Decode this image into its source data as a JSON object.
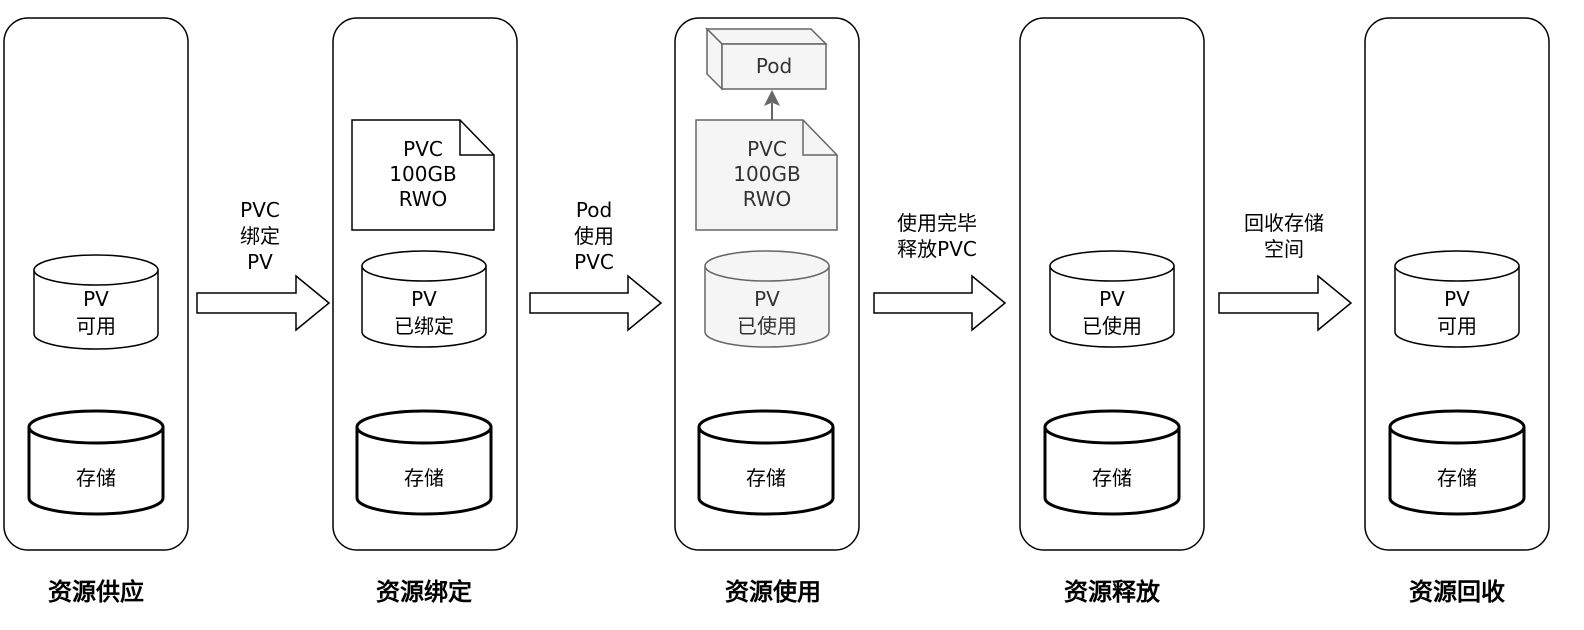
{
  "stages": [
    {
      "title": "资源供应",
      "pv_state": "可用",
      "pvc": null,
      "pod": null,
      "storage_label": "存储"
    },
    {
      "title": "资源绑定",
      "pv_state": "已绑定",
      "pvc": {
        "lines": [
          "PVC",
          "100GB",
          "RWO"
        ]
      },
      "pod": null,
      "storage_label": "存储"
    },
    {
      "title": "资源使用",
      "pv_state": "已使用",
      "pvc": {
        "lines": [
          "PVC",
          "100GB",
          "RWO"
        ]
      },
      "pod": {
        "label": "Pod"
      },
      "storage_label": "存储"
    },
    {
      "title": "资源释放",
      "pv_state": "已使用",
      "pvc": null,
      "pod": null,
      "storage_label": "存储"
    },
    {
      "title": "资源回收",
      "pv_state": "可用",
      "pvc": null,
      "pod": null,
      "storage_label": "存储"
    }
  ],
  "pv_label": "PV",
  "transitions": [
    {
      "lines": [
        "PVC",
        "绑定",
        "PV"
      ]
    },
    {
      "lines": [
        "Pod",
        "使用",
        "PVC"
      ]
    },
    {
      "lines": [
        "使用完毕",
        "释放PVC"
      ]
    },
    {
      "lines": [
        "回收存储",
        "空间"
      ]
    }
  ],
  "colors": {
    "stroke": "#000000",
    "active_fill": "#f5f5f5",
    "active_stroke": "#666666",
    "background": "#ffffff"
  }
}
